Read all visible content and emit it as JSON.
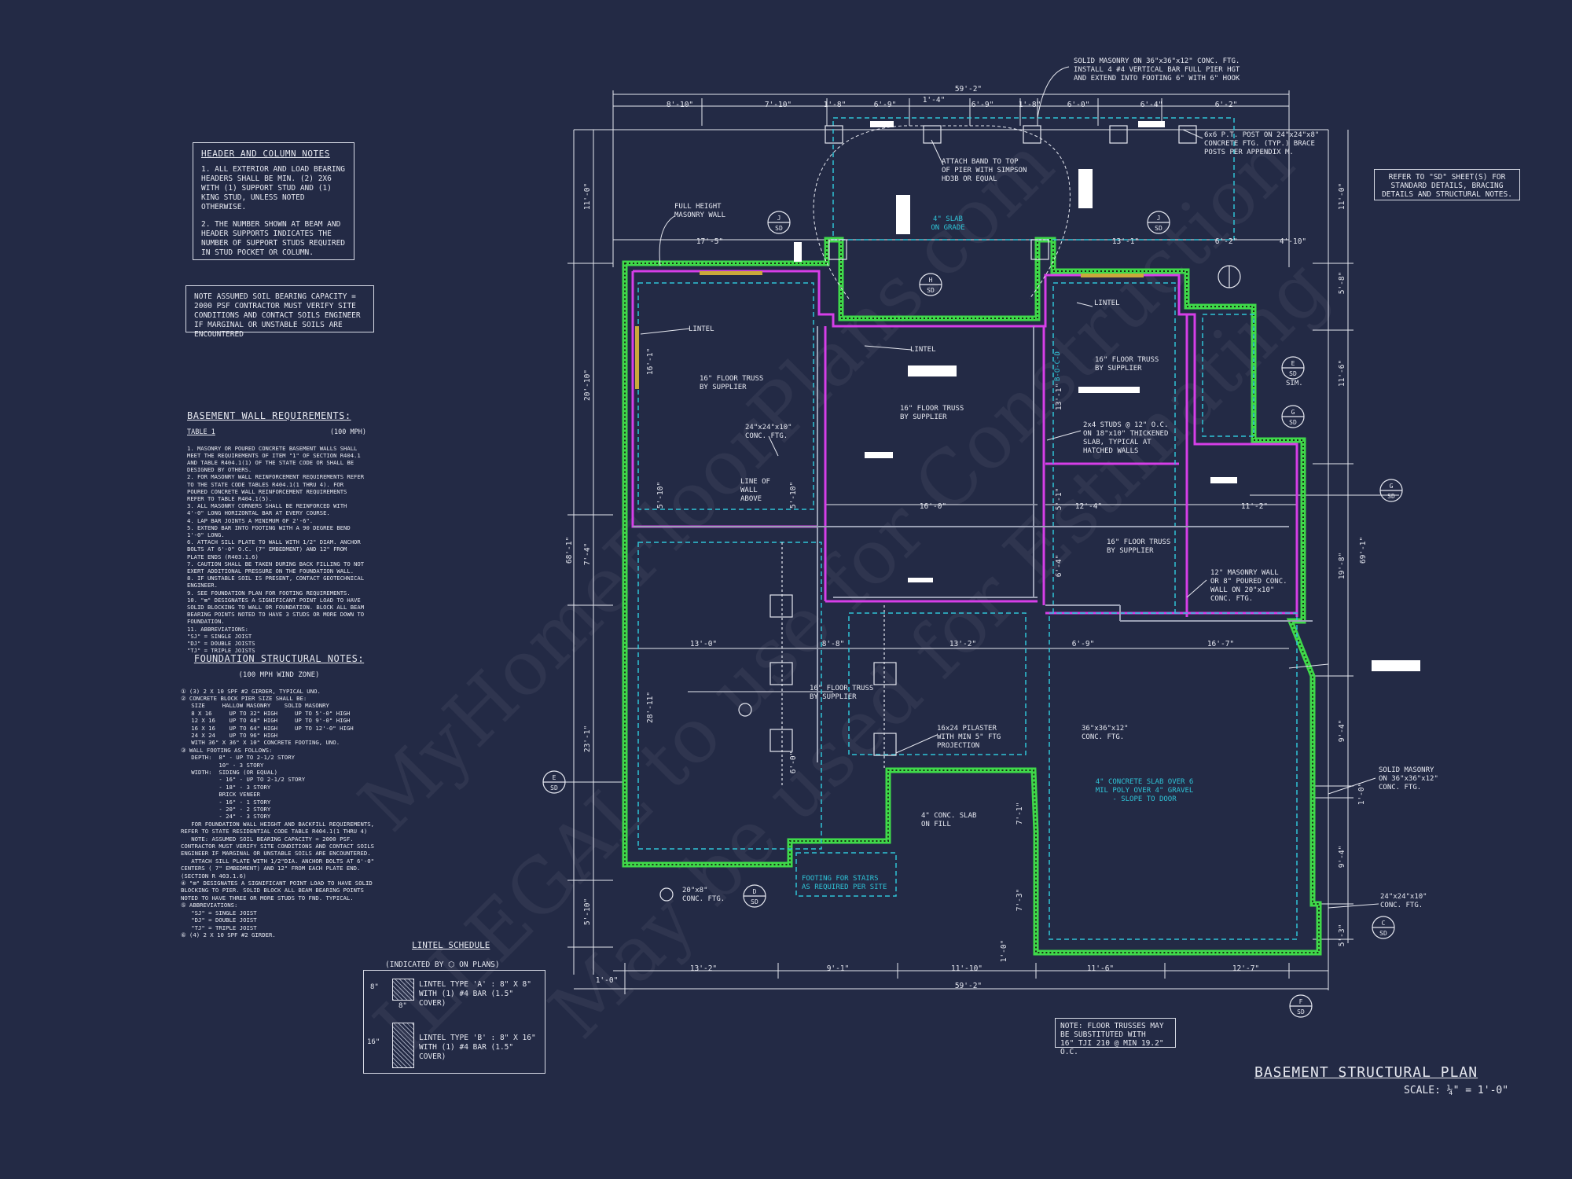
{
  "watermark": {
    "line1": "MyHomeFloorPlans.com",
    "line2": "ILLEGAL to use for Construction",
    "line3": "May be used for Estimating"
  },
  "header_column_notes": {
    "title": "HEADER AND COLUMN NOTES",
    "note1": "1. ALL EXTERIOR AND LOAD BEARING HEADERS SHALL BE MIN. (2) 2x6 WITH (1) SUPPORT STUD AND (1) KING STUD, UNLESS NOTED OTHERWISE.",
    "note2": "2. THE NUMBER SHOWN AT BEAM AND HEADER SUPPORTS INDICATES THE NUMBER OF SUPPORT STUDS REQUIRED IN STUD POCKET OR COLUMN."
  },
  "soil_note": "NOTE ASSUMED SOIL BEARING CAPACITY = 2000 PSF CONTRACTOR MUST VERIFY SITE CONDITIONS AND CONTACT SOILS ENGINEER IF MARGINAL OR UNSTABLE SOILS ARE ENCOUNTERED",
  "basement_wall": {
    "title": "BASEMENT WALL REQUIREMENTS:",
    "table": "TABLE 1",
    "mph": "(100 MPH)",
    "notes": "1. MASONRY OR POURED CONCRETE BASEMENT WALLS SHALL MEET THE REQUIREMENTS OF ITEM \"1\" OF SECTION R404.1 AND TABLE R404.1(1) OF THE STATE CODE OR SHALL BE DESIGNED BY OTHERS.\n2. FOR MASONRY WALL REINFORCEMENT REQUIREMENTS REFER TO THE STATE CODE TABLES R404.1(1 THRU 4). FOR POURED CONCRETE WALL REINFORCEMENT REQUIREMENTS REFER TO TABLE R404.1(5).\n3. ALL MASONRY CORNERS SHALL BE REINFORCED WITH 4'-0\" LONG HORIZONTAL BAR AT EVERY COURSE.\n4. LAP BAR JOINTS A MINIMUM OF 2'-6\".\n5. EXTEND BAR INTO FOOTING WITH A 90 DEGREE BEND 1'-0\" LONG.\n6. ATTACH SILL PLATE TO WALL WITH 1/2\" DIAM. ANCHOR BOLTS AT 6'-0\" O.C. (7\" EMBEDMENT) AND 12\" FROM PLATE ENDS (R403.1.6)\n7. CAUTION SHALL BE TAKEN DURING BACK FILLING TO NOT EXERT ADDITIONAL PRESSURE ON THE FOUNDATION WALL.\n8. IF UNSTABLE SOIL IS PRESENT, CONTACT GEOTECHNICAL ENGINEER.\n9. SEE FOUNDATION PLAN FOR FOOTING REQUIREMENTS.\n10. \"⊠\" DESIGNATES A SIGNIFICANT POINT LOAD TO HAVE SOLID BLOCKING TO WALL OR FOUNDATION. BLOCK ALL BEAM BEARING POINTS NOTED TO HAVE 3 STUDS OR MORE DOWN TO FOUNDATION.\n11. ABBREVIATIONS:\n\"SJ\" = SINGLE JOIST\n\"DJ\" = DOUBLE JOISTS\n\"TJ\" = TRIPLE JOISTS"
  },
  "foundation_notes": {
    "title": "FOUNDATION STRUCTURAL NOTES:",
    "sub": "(100 MPH WIND ZONE)",
    "body": "① (3) 2 x 10 SPF #2 GIRDER, TYPICAL UNO.\n② CONCRETE BLOCK PIER SIZE SHALL BE:\n   SIZE     HALLOW MASONRY    SOLID MASONRY\n   8 x 16     UP TO 32\" HIGH     UP TO 5'-0\" HIGH\n   12 x 16    UP TO 48\" HIGH     UP TO 9'-0\" HIGH\n   16 x 16    UP TO 64\" HIGH     UP TO 12'-0\" HIGH\n   24 x 24    UP TO 96\" HIGH\n   WITH 36\" x 36\" x 10\" CONCRETE FOOTING, UNO.\n③ WALL FOOTING AS FOLLOWS:\n   DEPTH:  8\" - UP TO 2-1/2 STORY\n           10\" - 3 STORY\n   WIDTH:  SIDING (OR EQUAL)\n           - 16\" - UP TO 2-1/2 STORY\n           - 18\" - 3 STORY\n           BRICK VENEER\n           - 16\" - 1 STORY\n           - 20\" - 2 STORY\n           - 24\" - 3 STORY\n   FOR FOUNDATION WALL HEIGHT AND BACKFILL REQUIREMENTS, REFER TO STATE RESIDENTIAL CODE TABLE R404.1(1 THRU 4)\n   NOTE: ASSUMED SOIL BEARING CAPACITY = 2000 PSF. CONTRACTOR MUST VERIFY SITE CONDITIONS AND CONTACT SOILS ENGINEER IF MARGINAL OR UNSTABLE SOILS ARE ENCOUNTERED.\n   ATTACH SILL PLATE WITH 1/2\"dia. ANCHOR BOLTS AT 6'-0\" CENTERS ( 7\" EMBEDMENT) AND 12\" FROM EACH PLATE END. (SECTION R 403.1.6)\n④ \"⊠\" DESIGNATES A SIGNIFICANT POINT LOAD TO HAVE SOLID BLOCKING TO PIER. SOLID BLOCK ALL BEAM BEARING POINTS NOTED TO HAVE THREE OR MORE STUDS TO FND. TYPICAL.\n⑤ ABBREVIATIONS:\n   \"SJ\" = SINGLE JOIST\n   \"DJ\" = DOUBLE JOIST\n   \"TJ\" = TRIPLE JOIST\n⑥ (4) 2 x 10 SPF #2 GIRDER."
  },
  "lintel_schedule": {
    "title": "LINTEL SCHEDULE",
    "indicated": "(INDICATED BY",
    "on_plans": "ON PLANS)",
    "a_dim": "8\"",
    "a_width": "8\"",
    "a_text": "LINTEL TYPE 'A' : 8\" X 8\"\nWITH (1) #4 BAR (1.5\" COVER)",
    "b_dim": "16\"",
    "b_text": "LINTEL TYPE 'B' : 8\" X 16\"\nWITH (1) #4 BAR (1.5\" COVER)"
  },
  "title": {
    "name": "BASEMENT STRUCTURAL PLAN",
    "scale": "SCALE: ¼\" = 1'-0\""
  },
  "floor_truss_note": "NOTE: FLOOR TRUSSES MAY\nBE SUBSTITUTED WITH\n16\" TJI 210 @ MIN 19.2\" O.C.",
  "refer_note": "REFER TO \"SD\" SHEET(S) FOR\nSTANDARD DETAILS, BRACING\nDETAILS AND STRUCTURAL NOTES.",
  "callouts": {
    "solid_masonry_top": "SOLID MASONRY ON 36\"x36\"x12\" CONC. FTG.\nINSTALL 4 #4 VERTICAL BAR FULL PIER HGT\nAND EXTEND INTO FOOTING 6\" WITH 6\" HOOK",
    "post_note": "6x6 P.T. POST ON 24\"x24\"x8\"\nCONCRETE FTG. (TYP.) BRACE\nPOSTS PER APPENDIX M.",
    "attach_band": "ATTACH BAND TO TOP\nOF PIER WITH SIMPSON\nHD3B OR EQUAL",
    "slab_grade": "4\" SLAB\nON GRADE",
    "full_height": "FULL HEIGHT\nMASONRY WALL",
    "lintel": "LINTEL",
    "truss_by_supplier": "16\" FLOOR TRUSS\nBY SUPPLIER",
    "conc_ftg_24": "24\"x24\"x10\"\nCONC. FTG.",
    "line_of_wall": "LINE OF\nWALL\nABOVE",
    "studs_note": "2x4 STUDS @ 12\" O.C.\nON 18\"x10\" THICKENED\nSLAB, TYPICAL AT\nHATCHED WALLS",
    "masonry_12": "12\" MASONRY WALL\nOR 8\" POURED CONC.\nWALL ON 20\"x10\"\nCONC. FTG.",
    "pilaster": "16x24 PILASTER\nWITH MIN 5\" FTG\nPROJECTION",
    "ftg_36": "36\"x36\"x12\"\nCONC. FTG.",
    "slab_fill": "4\" CONC. SLAB\nON FILL",
    "footing_stairs": "FOOTING FOR STAIRS\nAS REQUIRED PER SITE",
    "ftg_20": "20\"x8\"\nCONC. FTG.",
    "slab_6mil": "4\" CONCRETE SLAB OVER 6\nMIL POLY OVER 4\" GRAVEL\n- SLOPE TO DOOR",
    "solid_masonry_right": "SOLID MASONRY\nON 36\"x36\"x12\"\nCONC. FTG.",
    "ftg_24_right": "24\"x24\"x10\"\nCONC. FTG.",
    "sim": "SIM.",
    "b_o_c": "B-O-C-D"
  },
  "dims": {
    "overall": "59'-2\"",
    "top_row": [
      "8'-10\"",
      "7'-10\"",
      "1'-8\"",
      "6'-9\"",
      "6'-9\"",
      "1'-8\"",
      "6'-0\"",
      "6'-4\"",
      "6'-2\""
    ],
    "top_mid": "1'-4\"",
    "second_row": [
      "17'-5\"",
      "13'-1\"",
      "6'-2\"",
      "4'-10\""
    ],
    "bottom_row": [
      "13'-2\"",
      "9'-1\"",
      "11'-10\"",
      "11'-6\"",
      "12'-7\""
    ],
    "bottom_left": "1'-0\"",
    "bottom_total": "59'-2\"",
    "left_total": "68'-1\"",
    "left_row": [
      "11'-0\"",
      "20'-10\"",
      "7'-4\"",
      "23'-1\"",
      "5'-10\""
    ],
    "right_total": "69'-1\"",
    "right_row": [
      "11'-0\"",
      "5'-8\"",
      "11'-6\"",
      "19'-8\"",
      "9'-4\"",
      "1'-0\"",
      "9'-4\"",
      "5'-3\""
    ],
    "interior": [
      "16'-0\"",
      "12'-4\"",
      "11'-2\"",
      "13'-0\"",
      "8'-8\"",
      "13'-2\"",
      "6'-9\"",
      "16'-7\"",
      "5'-10\"",
      "5'-10\"",
      "16'-1\"",
      "28'-11\"",
      "13'-1\"",
      "5'-1\"",
      "6'-4\"",
      "7'-3\"",
      "7'-1\"",
      "1'-0\"",
      "6'-0\""
    ]
  },
  "sections": [
    "J",
    "SD",
    "H",
    "E",
    "G",
    "D",
    "C",
    "F"
  ]
}
